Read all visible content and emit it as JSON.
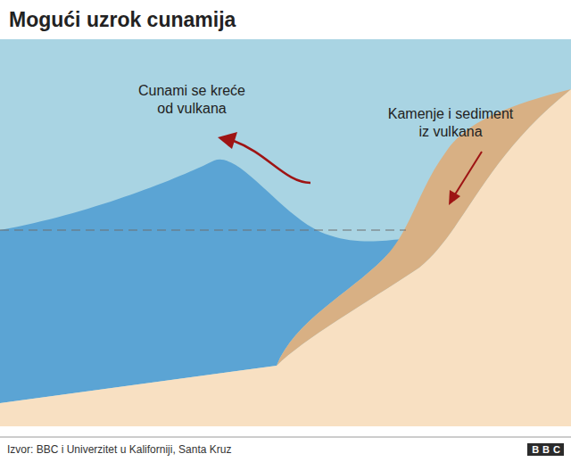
{
  "diagram": {
    "title": "Mogući uzrok cunamija",
    "caption": "Izvor: BBC i Univerzitet u Kaliforniji, Santa Kruz",
    "labels": [
      "Cunami se kreće od vulkana",
      "Kamenje i sediment iz vulkana",
      "BBC"
    ]
  }
}
